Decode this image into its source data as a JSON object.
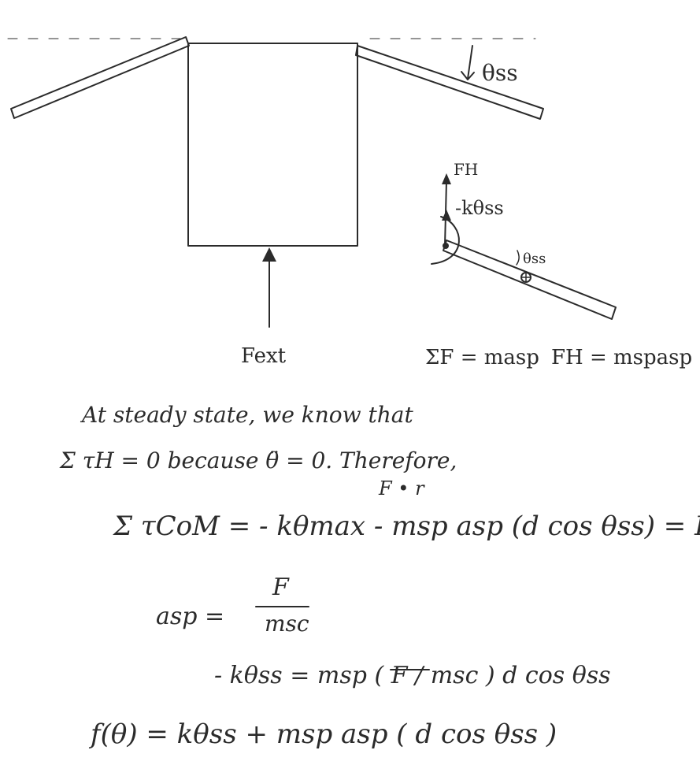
{
  "diagram": {
    "labels": {
      "theta_ss_top": "θss",
      "f_ext": "Fext",
      "f_h": "FH",
      "neg_k_theta": "-kθss",
      "theta_ss_small": "θss",
      "sum_f": "ΣF = masp",
      "f_h_eq": "FH = mspasp"
    }
  },
  "notes": {
    "line1": "At steady state, we know that",
    "line2": "Σ τH = 0   because   θ̈ = 0. Therefore,",
    "annot": "F   •   r",
    "line3": "Σ τCoM = - kθmax - msp asp (d cos θss) = I θ̈",
    "line4_lhs": "asp =",
    "line4_num": "F",
    "line4_den": "msc",
    "line5": "- kθss = msp ( F / msc ) d cos θss",
    "line6": "f(θ) = kθss + msp asp ( d cos θss )"
  }
}
